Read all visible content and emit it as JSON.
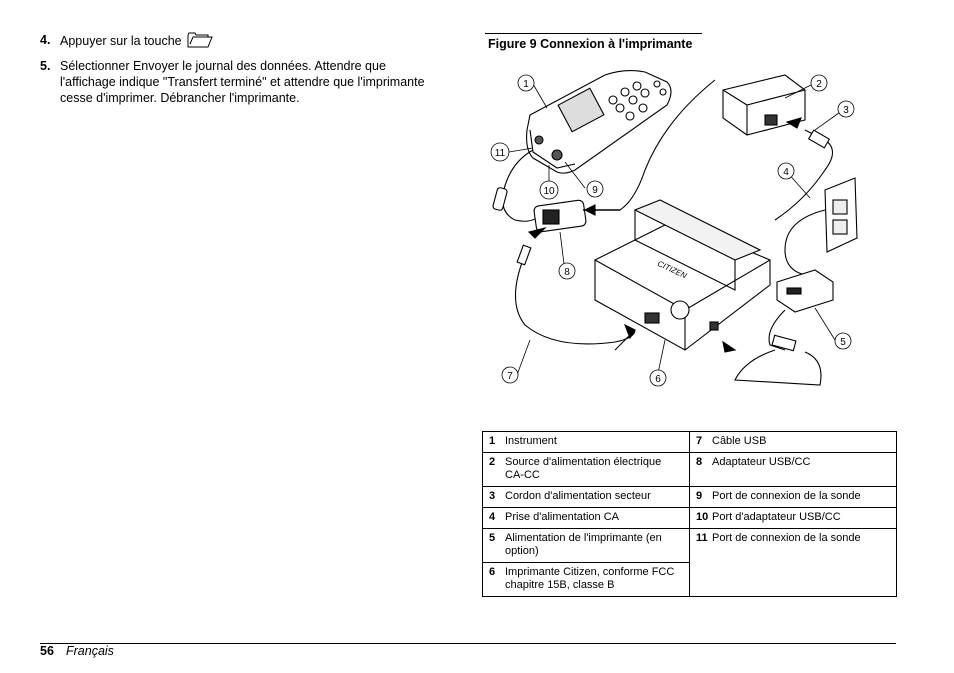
{
  "steps": [
    {
      "num": "4.",
      "text": "Appuyer sur la touche",
      "icon": "folder-icon"
    },
    {
      "num": "5.",
      "text": "Sélectionner Envoyer le journal des données. Attendre que l'affichage indique \"Transfert terminé\" et attendre que l'imprimante cesse d'imprimer. Débrancher l'imprimante."
    }
  ],
  "figure": {
    "caption": "Figure 9  Connexion à l'imprimante",
    "callouts": [
      "1",
      "2",
      "3",
      "4",
      "5",
      "6",
      "7",
      "8",
      "9",
      "10",
      "11"
    ],
    "printer_brand": "CITIZEN"
  },
  "legend": {
    "left": [
      {
        "num": "1",
        "text": "Instrument"
      },
      {
        "num": "2",
        "text": "Source d'alimentation électrique CA-CC"
      },
      {
        "num": "3",
        "text": "Cordon d'alimentation secteur"
      },
      {
        "num": "4",
        "text": "Prise d'alimentation CA"
      },
      {
        "num": "5",
        "text": "Alimentation de l'imprimante (en option)"
      },
      {
        "num": "6",
        "text": "Imprimante Citizen, conforme FCC chapitre 15B, classe B"
      }
    ],
    "right": [
      {
        "num": "7",
        "text": "Câble USB"
      },
      {
        "num": "8",
        "text": "Adaptateur USB/CC"
      },
      {
        "num": "9",
        "text": "Port de connexion de la sonde"
      },
      {
        "num": "10",
        "text": "Port d'adaptateur USB/CC"
      },
      {
        "num": "11",
        "text": "Port de connexion de la sonde"
      }
    ]
  },
  "footer": {
    "page": "56",
    "language": "Français"
  }
}
